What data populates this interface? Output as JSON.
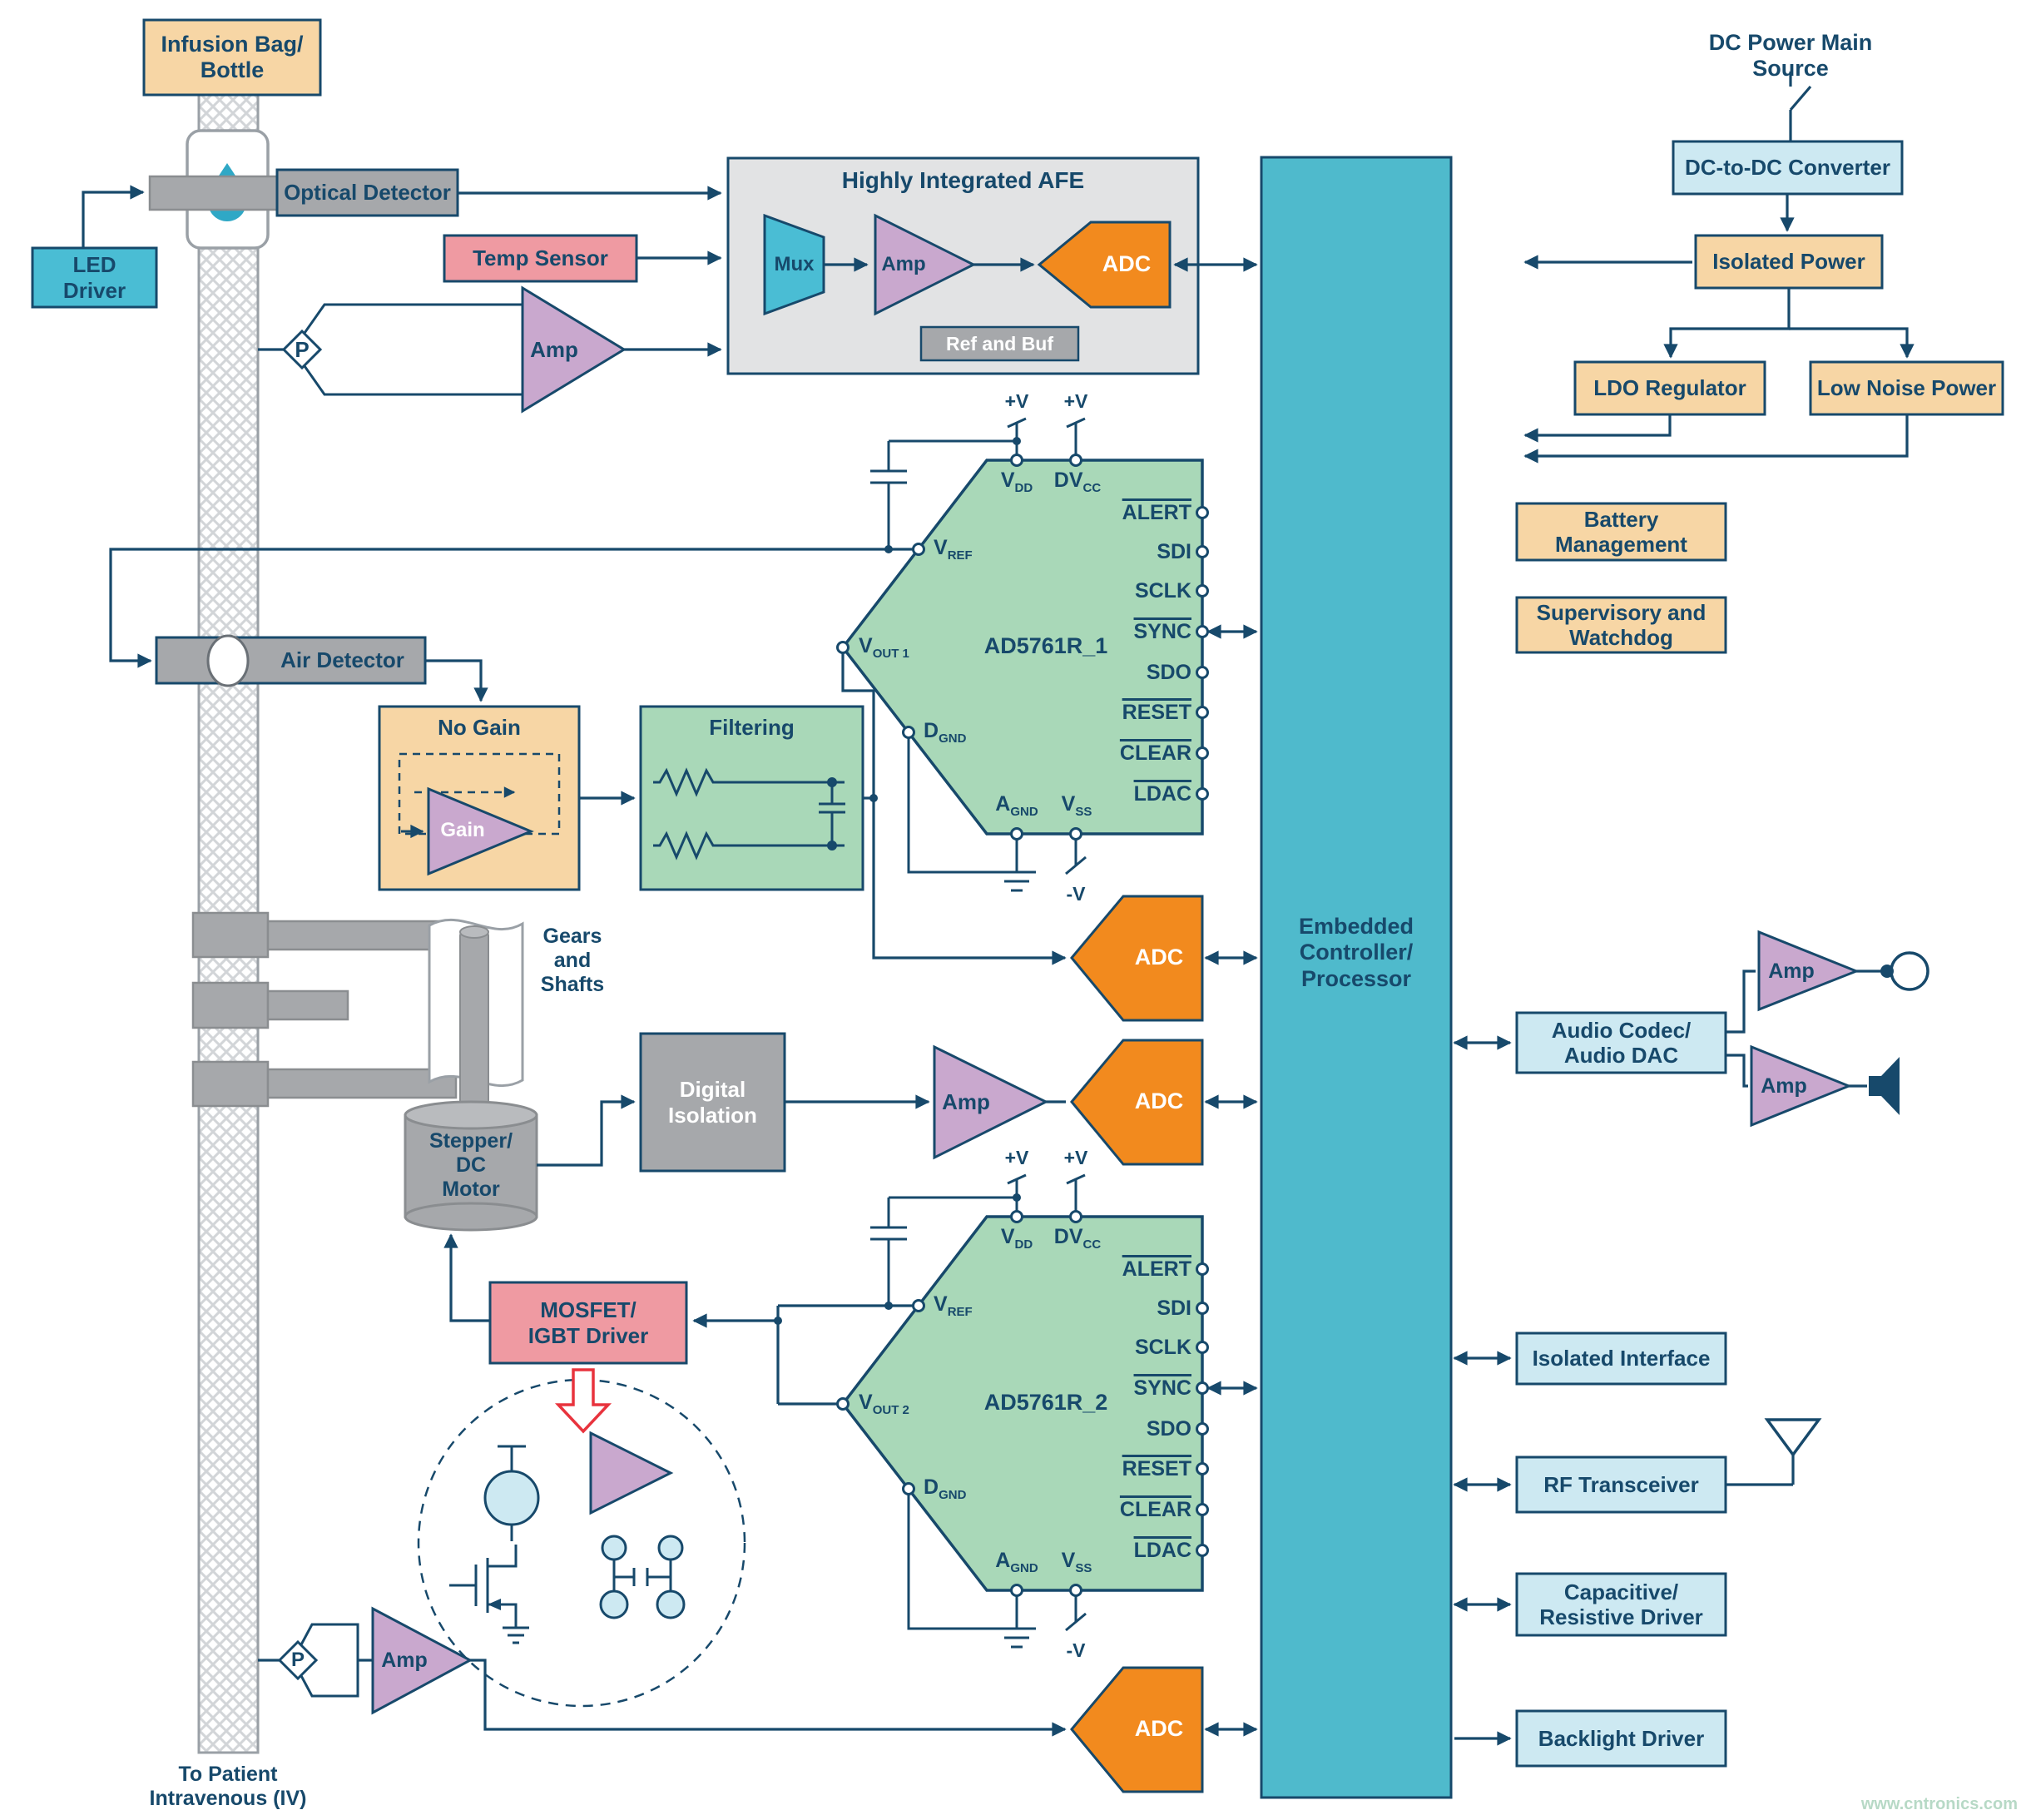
{
  "colors": {
    "navy": "#17496b",
    "tan": "#f7d6a5",
    "pink": "#ef9aa2",
    "cyan": "#4abdd4",
    "teal": "#4fbacc",
    "light_blue": "#cde9f2",
    "green": "#a9d8b8",
    "orange": "#f28a1e",
    "gray": "#a6a8ab",
    "afe_gray": "#e2e3e4",
    "red": "#e8333d"
  },
  "bag": [
    "Infusion Bag/",
    "Bottle"
  ],
  "led": [
    "LED",
    "Driver"
  ],
  "optical": "Optical Detector",
  "temp": "Temp Sensor",
  "pressure_p": "P",
  "air": "Air Detector",
  "no_gain": {
    "title": "No Gain",
    "gain": "Gain"
  },
  "filtering": "Filtering",
  "gears": [
    "Gears",
    "and",
    "Shafts"
  ],
  "motor": [
    "Stepper/",
    "DC",
    "Motor"
  ],
  "digital_isolation": [
    "Digital",
    "Isolation"
  ],
  "mosfet": [
    "MOSFET/",
    "IGBT Driver"
  ],
  "patient": [
    "To Patient",
    "Intravenous (IV)"
  ],
  "afe": {
    "title": "Highly Integrated AFE",
    "mux": "Mux",
    "amp": "Amp",
    "adc": "ADC",
    "ref_buf": "Ref and Buf"
  },
  "amp": "Amp",
  "adc": "ADC",
  "controller": [
    "Embedded",
    "Controller/",
    "Processor"
  ],
  "dac1": {
    "name": "AD5761R_1",
    "plus_v": "+V",
    "minus_v": "-V",
    "vdd": {
      "m": "V",
      "s": "DD"
    },
    "dvcc": {
      "m": "DV",
      "s": "CC"
    },
    "vref": {
      "m": "V",
      "s": "REF"
    },
    "vout": {
      "m": "V",
      "s": "OUT 1"
    },
    "dgnd": {
      "m": "D",
      "s": "GND"
    },
    "agnd": {
      "m": "A",
      "s": "GND"
    },
    "vss": {
      "m": "V",
      "s": "SS"
    },
    "right_pins": [
      {
        "label": "ALERT",
        "bar": true
      },
      {
        "label": "SDI",
        "bar": false
      },
      {
        "label": "SCLK",
        "bar": false
      },
      {
        "label": "SYNC",
        "bar": true
      },
      {
        "label": "SDO",
        "bar": false
      },
      {
        "label": "RESET",
        "bar": true
      },
      {
        "label": "CLEAR",
        "bar": true
      },
      {
        "label": "LDAC",
        "bar": true
      }
    ]
  },
  "dac2": {
    "name": "AD5761R_2",
    "plus_v": "+V",
    "minus_v": "-V",
    "vdd": {
      "m": "V",
      "s": "DD"
    },
    "dvcc": {
      "m": "DV",
      "s": "CC"
    },
    "vref": {
      "m": "V",
      "s": "REF"
    },
    "vout": {
      "m": "V",
      "s": "OUT 2"
    },
    "dgnd": {
      "m": "D",
      "s": "GND"
    },
    "agnd": {
      "m": "A",
      "s": "GND"
    },
    "vss": {
      "m": "V",
      "s": "SS"
    },
    "right_pins": [
      {
        "label": "ALERT",
        "bar": true
      },
      {
        "label": "SDI",
        "bar": false
      },
      {
        "label": "SCLK",
        "bar": false
      },
      {
        "label": "SYNC",
        "bar": true
      },
      {
        "label": "SDO",
        "bar": false
      },
      {
        "label": "RESET",
        "bar": true
      },
      {
        "label": "CLEAR",
        "bar": true
      },
      {
        "label": "LDAC",
        "bar": true
      }
    ]
  },
  "power": {
    "title": "DC Power Main Source",
    "dcdc": "DC-to-DC Converter",
    "isolated": "Isolated Power",
    "ldo": "LDO Regulator",
    "low_noise": "Low Noise Power",
    "battery": [
      "Battery",
      "Management"
    ],
    "supervisory": [
      "Supervisory and",
      "Watchdog"
    ]
  },
  "right": {
    "audio": [
      "Audio Codec/",
      "Audio DAC"
    ],
    "isolated_interface": "Isolated Interface",
    "rf": "RF Transceiver",
    "cap_res": [
      "Capacitive/",
      "Resistive Driver"
    ],
    "backlight": "Backlight Driver"
  },
  "watermark": "www.cntronics.com"
}
